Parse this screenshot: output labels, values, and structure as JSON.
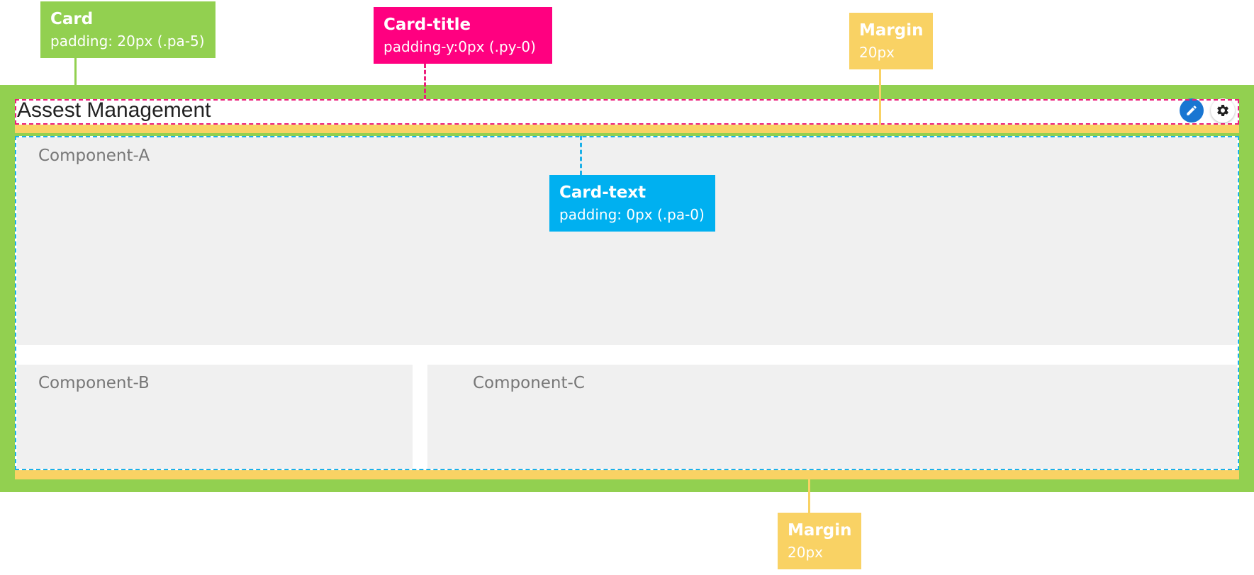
{
  "card_title": "Assest Management",
  "components": {
    "a": "Component-A",
    "b": "Component-B",
    "c": "Component-C"
  },
  "callouts": {
    "card": {
      "heading": "Card",
      "detail": "padding: 20px (.pa-5)"
    },
    "card_title": {
      "heading": "Card-title",
      "detail": "padding-y:0px (.py-0)"
    },
    "margin_top": {
      "heading": "Margin",
      "detail": "20px"
    },
    "card_text": {
      "heading": "Card-text",
      "detail": "padding: 0px (.pa-0)"
    },
    "margin_bottom": {
      "heading": "Margin",
      "detail": "20px"
    }
  },
  "icons": [
    "pencil-icon",
    "gear-icon"
  ],
  "colors": {
    "card": "#92d050",
    "card_title": "#ff0080",
    "margin": "#f9d264",
    "card_text": "#00b0f0",
    "component": "#f0f0f0",
    "edit_button": "#1976d2"
  }
}
